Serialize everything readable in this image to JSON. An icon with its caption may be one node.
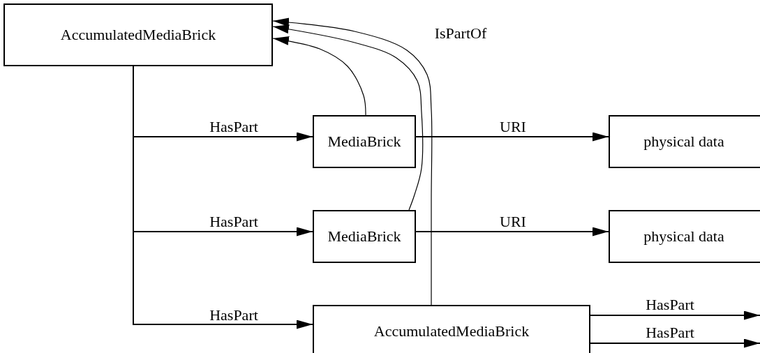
{
  "diagram": {
    "nodes": [
      {
        "text": [
          "AccumulatedMediaBrick"
        ]
      },
      {
        "text": [
          "MediaBrick"
        ]
      },
      {
        "text": [
          "physical data"
        ]
      },
      {
        "text": [
          "MediaBrick"
        ]
      },
      {
        "text": [
          "physical data"
        ]
      },
      {
        "text": [
          "AccumulatedMediaBrick"
        ]
      }
    ],
    "edges": [
      {
        "from": 0,
        "to": 1,
        "arrow": "to",
        "label": "HasPart"
      },
      {
        "from": 1,
        "to": 2,
        "arrow": "to",
        "label": "URI"
      },
      {
        "from": 0,
        "to": 3,
        "arrow": "to",
        "label": "HasPart"
      },
      {
        "from": 3,
        "to": 4,
        "arrow": "to",
        "label": "URI"
      },
      {
        "from": 0,
        "to": 5,
        "arrow": "to",
        "label": "HasPart"
      },
      {
        "from": 5,
        "to": null,
        "arrow": "to",
        "label": "HasPart"
      },
      {
        "from": 5,
        "to": null,
        "arrow": "to",
        "label": "HasPart"
      },
      {
        "from": 1,
        "to": 0,
        "arrow": "to"
      },
      {
        "from": 3,
        "to": 0,
        "arrow": "to"
      },
      {
        "from": 5,
        "to": 0,
        "arrow": "to",
        "label": "IsPartOf"
      }
    ]
  }
}
